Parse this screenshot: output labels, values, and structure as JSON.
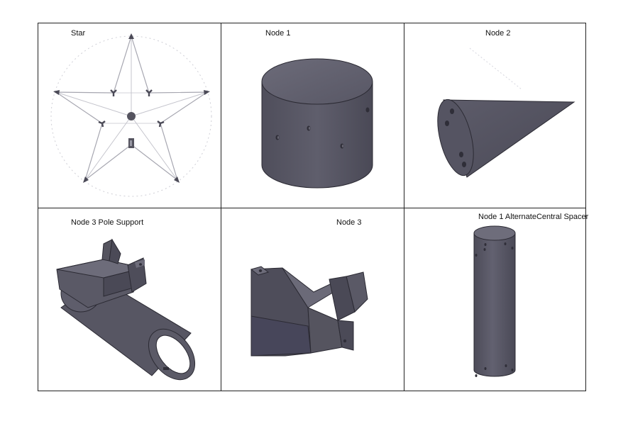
{
  "panels": [
    {
      "id": "star",
      "label": "Star"
    },
    {
      "id": "node1",
      "label": "Node 1"
    },
    {
      "id": "node2",
      "label": "Node 2"
    },
    {
      "id": "node3-pole-support",
      "label": "Node 3 Pole Support"
    },
    {
      "id": "node3",
      "label": "Node 3"
    },
    {
      "id": "node1-alt-spacer",
      "label": "Node 1 AlternateCentral Spacer"
    }
  ],
  "colors": {
    "solid_dark": "#4b4a57",
    "solid_mid": "#5c5b69",
    "solid_light": "#7a7988",
    "edge": "#2b2a33",
    "grid_line": "#222222",
    "star_line": "#b9b9c2"
  }
}
